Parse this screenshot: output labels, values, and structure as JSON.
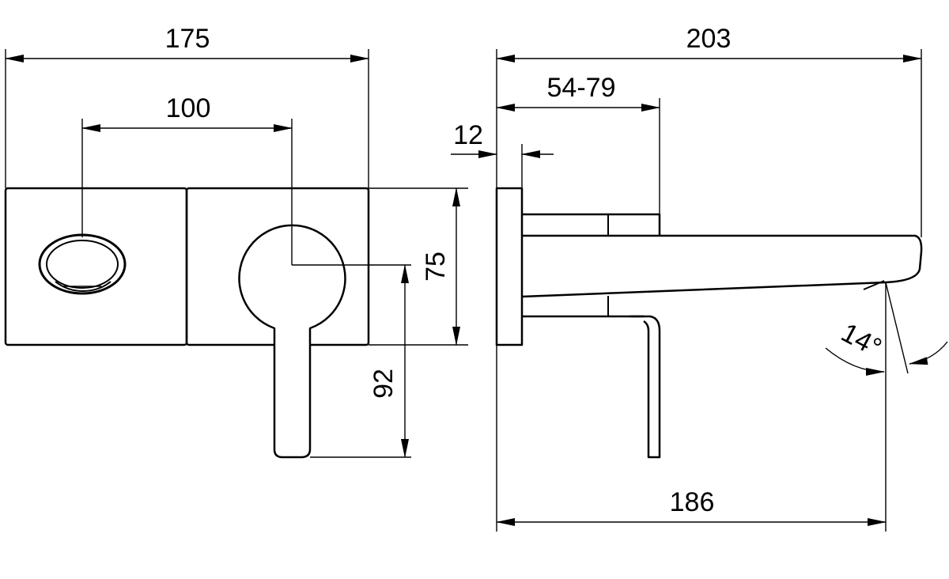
{
  "dimensions": {
    "front_width": "175",
    "front_center_spacing": "100",
    "plate_height": "75",
    "lever_drop": "92",
    "total_projection": "203",
    "adjustable_depth": "54-79",
    "plate_thickness": "12",
    "spout_reach": "186",
    "spout_angle": "14°"
  },
  "colors": {
    "line": "#000000",
    "background": "#ffffff"
  }
}
